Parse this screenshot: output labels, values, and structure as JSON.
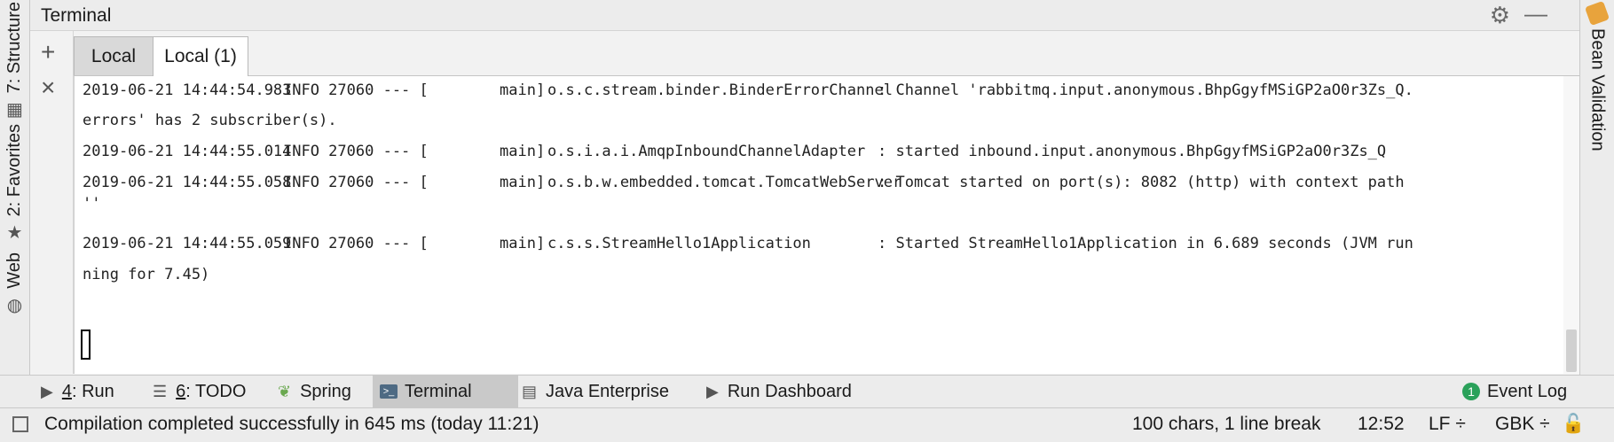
{
  "left_strip": {
    "structure_label": "7: Structure",
    "favorites_label": "2: Favorites",
    "web_label": "Web"
  },
  "right_strip": {
    "bean_validation_label": "Bean Validation"
  },
  "header": {
    "title": "Terminal"
  },
  "tabs": [
    {
      "label": "Local",
      "active": false
    },
    {
      "label": "Local (1)",
      "active": true
    }
  ],
  "terminal": {
    "lines": [
      {
        "ts": "2019-06-21 14:44:54.983",
        "level": "INFO 27060 --- [",
        "thread": "main]",
        "logger": "o.s.c.stream.binder.BinderErrorChannel",
        "msg": ": Channel 'rabbitmq.input.anonymous.BhpGgyfMSiGP2aO0r3Zs_Q."
      },
      {
        "text": "errors' has 2 subscriber(s)."
      },
      {
        "ts": "2019-06-21 14:44:55.014",
        "level": "INFO 27060 --- [",
        "thread": "main]",
        "logger": "o.s.i.a.i.AmqpInboundChannelAdapter",
        "msg": ": started inbound.input.anonymous.BhpGgyfMSiGP2aO0r3Zs_Q"
      },
      {
        "ts": "2019-06-21 14:44:55.058",
        "level": "INFO 27060 --- [",
        "thread": "main]",
        "logger": "o.s.b.w.embedded.tomcat.TomcatWebServer",
        "msg": ": Tomcat started on port(s): 8082 (http) with context path"
      },
      {
        "text": "''"
      },
      {
        "ts": "2019-06-21 14:44:55.059",
        "level": "INFO 27060 --- [",
        "thread": "main]",
        "logger": "c.s.s.StreamHello1Application",
        "msg": ": Started StreamHello1Application in 6.689 seconds (JVM run"
      },
      {
        "text": "ning for 7.45)"
      }
    ]
  },
  "toolwindows": {
    "run": {
      "num": "4",
      "rest": ": Run"
    },
    "todo": {
      "num": "6",
      "rest": ": TODO"
    },
    "spring": "Spring",
    "terminal": "Terminal",
    "java_enterprise": "Java Enterprise",
    "run_dashboard": "Run Dashboard",
    "event_log": "Event Log",
    "event_log_count": "1"
  },
  "status": {
    "message": "Compilation completed successfully in 645 ms (today 11:21)",
    "selection": "100 chars, 1 line break",
    "position": "12:52",
    "line_sep": "LF ÷",
    "encoding": "GBK ÷"
  }
}
